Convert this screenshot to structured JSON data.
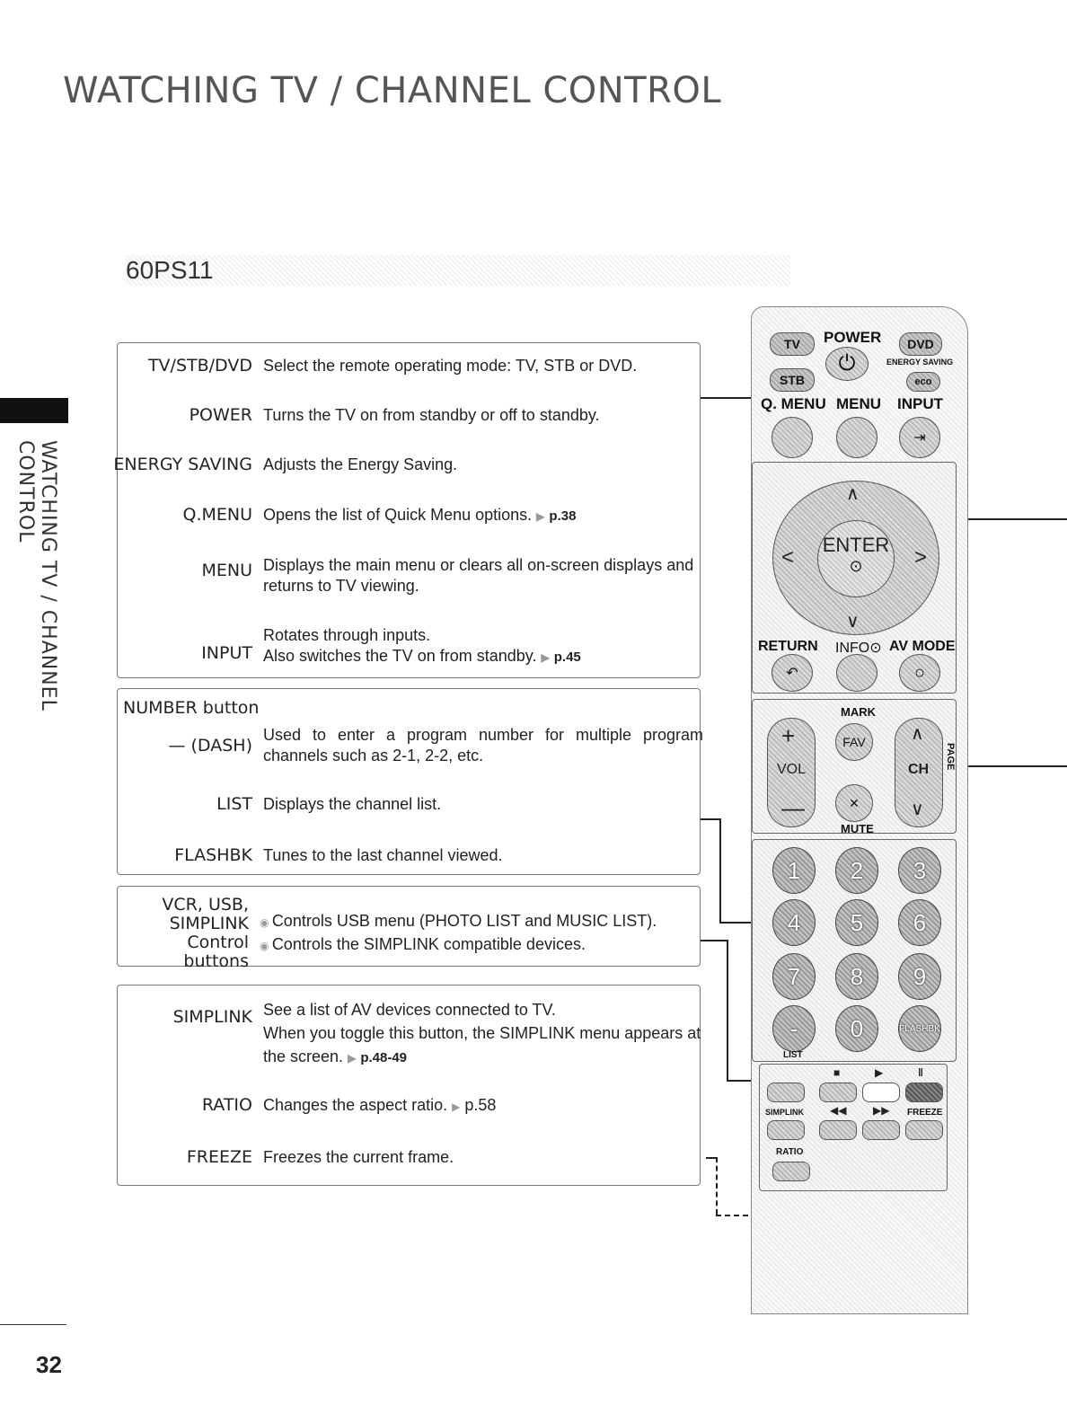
{
  "header": {
    "title": "WATCHING TV / CHANNEL CONTROL",
    "model": "60PS11"
  },
  "side_tab": {
    "text": "WATCHING TV / CHANNEL CONTROL"
  },
  "page_number": "32",
  "box1": {
    "items": [
      {
        "term": "TV/STB/DVD",
        "desc": "Select the remote operating mode: TV, STB or DVD."
      },
      {
        "term": "POWER",
        "desc": "Turns the TV on from standby or off to standby."
      },
      {
        "term": "ENERGY SAVING",
        "desc": "Adjusts the Energy Saving."
      },
      {
        "term": "Q.MENU",
        "desc": "Opens the list of Quick Menu options.",
        "ref": "p.38"
      },
      {
        "term": "MENU",
        "desc": "Displays the main menu or clears all on-screen displays and returns to TV viewing."
      },
      {
        "term": "INPUT",
        "desc1": "Rotates through inputs.",
        "desc2": "Also switches the TV on from standby.",
        "ref": "p.45"
      }
    ]
  },
  "box2": {
    "header": "NUMBER button",
    "items": [
      {
        "term": "— (DASH)",
        "desc": "Used to enter a program number for multiple program channels such as 2-1, 2-2, etc."
      },
      {
        "term": "LIST",
        "desc": "Displays the channel list."
      },
      {
        "term": "FLASHBK",
        "desc": "Tunes to the last channel viewed."
      }
    ]
  },
  "box3": {
    "term_line1": "VCR, USB,",
    "term_line2": "SIMPLINK",
    "term_line3": "Control buttons",
    "bullet1": "Controls USB menu (PHOTO LIST and MUSIC LIST).",
    "bullet2": "Controls the SIMPLINK compatible devices."
  },
  "box4": {
    "items": [
      {
        "term": "SIMPLINK",
        "desc1": "See a list of AV devices connected to TV.",
        "desc2": "When you toggle this button, the SIMPLINK menu appears at the screen.",
        "ref": "p.48-49"
      },
      {
        "term": "RATIO",
        "desc": "Changes the aspect ratio.",
        "ref": "p.58"
      },
      {
        "term": "FREEZE",
        "desc": "Freezes the current frame."
      }
    ]
  },
  "remote": {
    "tv": "TV",
    "power": "POWER",
    "dvd": "DVD",
    "stb": "STB",
    "energy_saving": "ENERGY SAVING",
    "qmenu": "Q. MENU",
    "menu": "MENU",
    "input": "INPUT",
    "enter": "ENTER",
    "return": "RETURN",
    "info": "INFO",
    "avmode": "AV MODE",
    "mark": "MARK",
    "fav": "FAV",
    "vol": "VOL",
    "ch": "CH",
    "mute": "MUTE",
    "page": "PAGE",
    "numbers": [
      "1",
      "2",
      "3",
      "4",
      "5",
      "6",
      "7",
      "8",
      "9",
      "-",
      "0",
      "FLASHBK"
    ],
    "list": "LIST",
    "simplink": "SIMPLINK",
    "freeze": "FREEZE",
    "ratio": "RATIO"
  }
}
